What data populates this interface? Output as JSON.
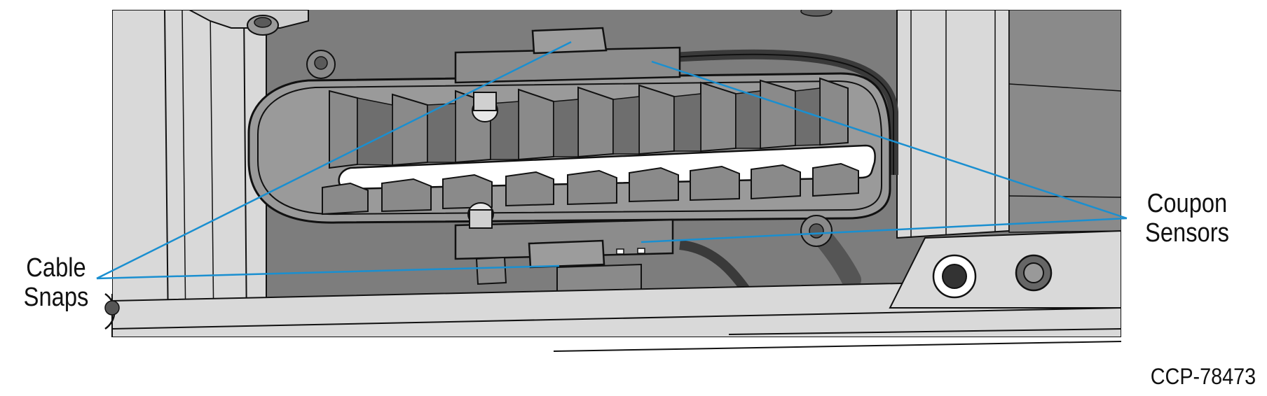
{
  "callouts": {
    "left": {
      "line1": "Cable",
      "line2": "Snaps"
    },
    "right": {
      "line1": "Coupon",
      "line2": "Sensors"
    }
  },
  "figure_id": "CCP-78473",
  "colors": {
    "leader_line": "#1a8fd0",
    "panel_dark": "#7b7b7b",
    "panel_light": "#d8d8d8",
    "outline": "#111111"
  }
}
